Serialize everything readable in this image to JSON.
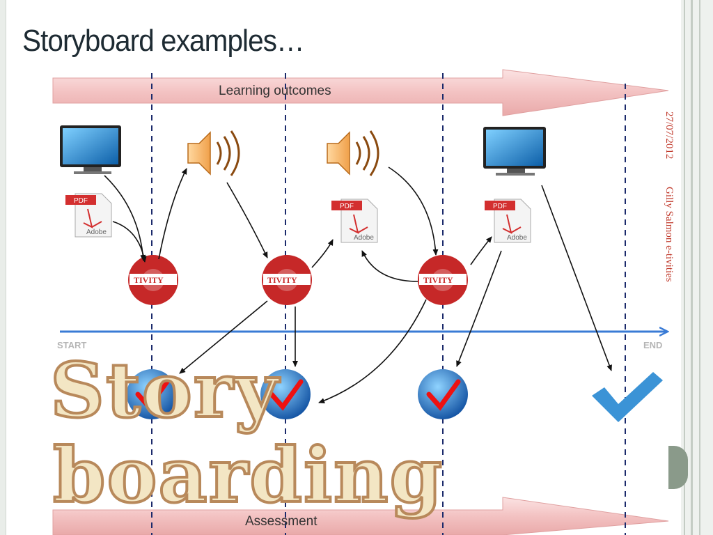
{
  "title": "Storyboard examples…",
  "side": {
    "date": "27/07/2012",
    "author": "Gilly Salmon e-tivities"
  },
  "diagram": {
    "top_band": "Learning outcomes",
    "bottom_band": "Assessment",
    "axis_start": "START",
    "axis_end": "END",
    "pdf_tag": "PDF",
    "pdf_brand": "Adobe",
    "etivity_text": "TIVITY",
    "overlay_line1": "Story",
    "overlay_line2": "boarding"
  },
  "colors": {
    "band": "#f3c4c4",
    "dashed": "#1b2a6b",
    "axis": "#3a7bd5",
    "etivity": "#c62828",
    "check": "#2f86d8"
  }
}
